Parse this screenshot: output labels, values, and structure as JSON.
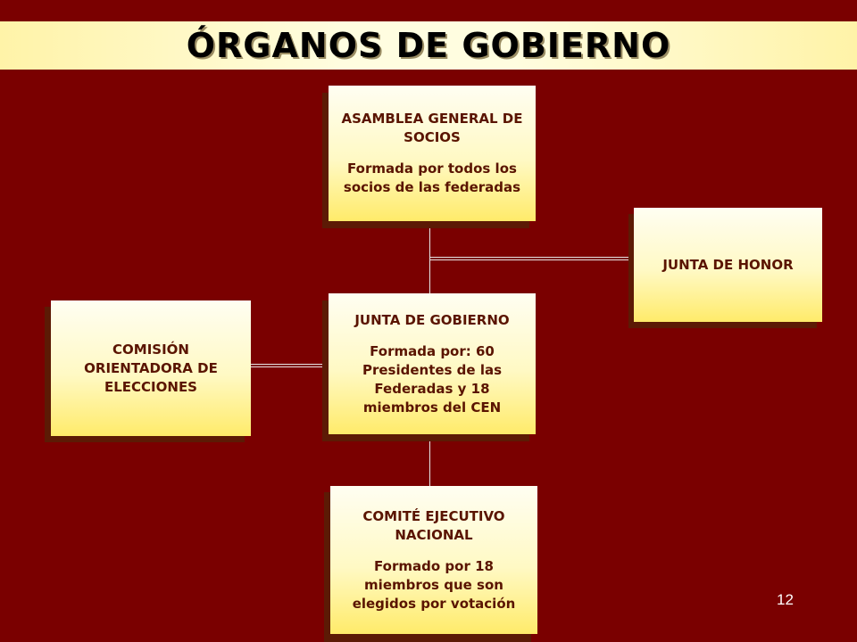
{
  "title": "ÓRGANOS DE GOBIERNO",
  "page_number": "12",
  "nodes": {
    "asamblea": {
      "heading": "ASAMBLEA GENERAL DE SOCIOS",
      "description": "Formada por todos los socios de las federadas"
    },
    "junta_honor": {
      "heading": "JUNTA DE HONOR"
    },
    "comision": {
      "heading": "COMISIÓN ORIENTADORA DE ELECCIONES"
    },
    "junta_gobierno": {
      "heading": "JUNTA DE GOBIERNO",
      "description": "Formada por: 60 Presidentes de las Federadas y 18 miembros del CEN"
    },
    "comite": {
      "heading": "COMITÉ EJECUTIVO NACIONAL",
      "description": "Formado por 18 miembros que son elegidos por votación"
    }
  },
  "colors": {
    "background": "#7a0000",
    "box_text": "#5a1400",
    "box_shadow": "#5c1a05",
    "connector": "#e6e6e6"
  }
}
